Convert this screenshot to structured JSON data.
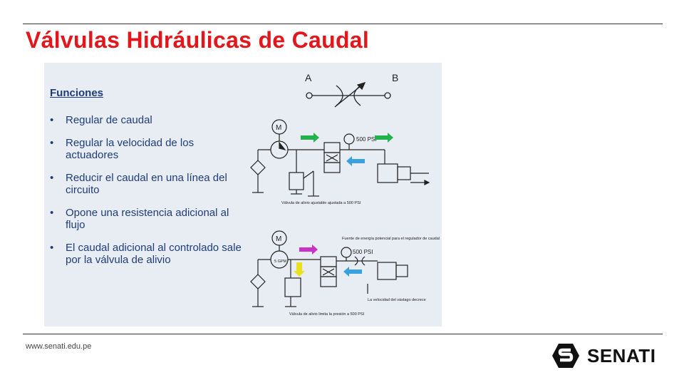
{
  "title": "Válvulas Hidráulicas de Caudal",
  "content": {
    "heading": "Funciones",
    "bullets": [
      "Regular de caudal",
      "Regular la velocidad de los actuadores",
      "Reducir el caudal en una línea del circuito",
      "Opone una resistencia adicional al flujo",
      "El caudal adicional al controlado sale por la válvula de alivio"
    ]
  },
  "diagram": {
    "symbol_port_a": "A",
    "symbol_port_b": "B",
    "motor_label": "M",
    "top_pressure": "500 PSI",
    "top_caption": "Válvula de alivio ajustable ajustada a 500 PSI",
    "bottom_pressure": "500 PSI",
    "bottom_pump_label": "5 GPM",
    "bottom_note": "Fuente de energía potencial para el regulador de caudal",
    "bottom_caption_left": "Válvula de alivio limita la presión a 500 PSI",
    "bottom_caption_right": "La velocidad del vástago decrece",
    "arrow_colors": {
      "green": "#22b14c",
      "blue": "#3aa0e0",
      "magenta": "#c832c8",
      "yellow": "#e8e020"
    }
  },
  "footer": {
    "url": "www.senati.edu.pe",
    "brand": "SENATI"
  },
  "colors": {
    "title": "#e3161b",
    "body_text": "#1f3c7a",
    "image_bg": "#e8edf3"
  }
}
